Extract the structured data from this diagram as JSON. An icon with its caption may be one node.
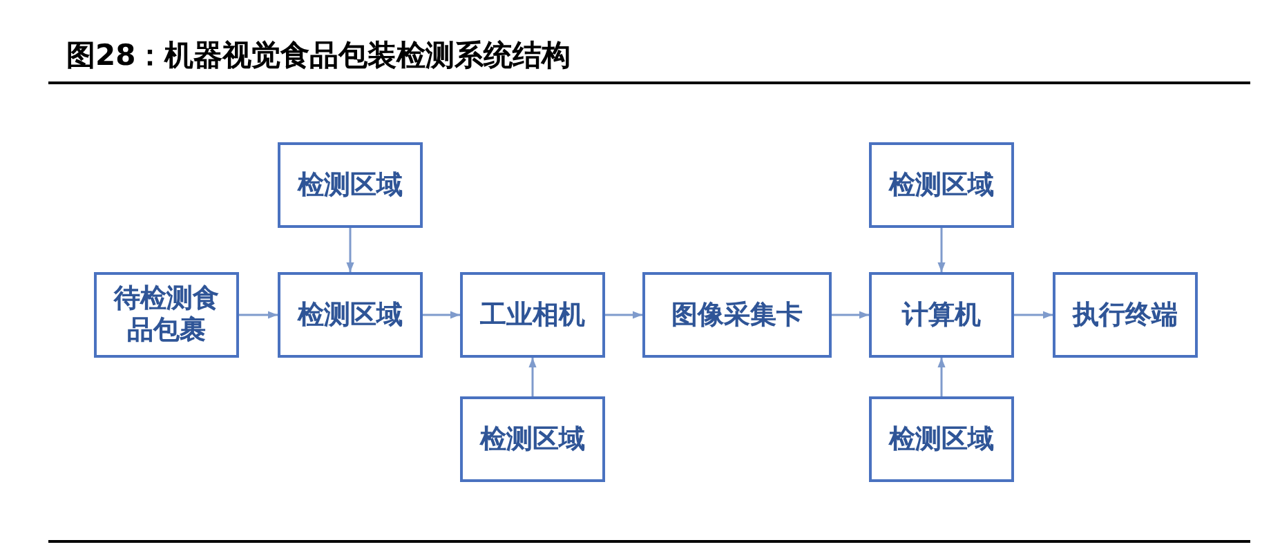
{
  "diagram": {
    "title": "图28：机器视觉食品包装检测系统结构",
    "nodes": [
      {
        "text": [
          "待检测食品包裹"
        ]
      },
      {
        "text": [
          "检测区域"
        ]
      },
      {
        "text": [
          "检测区域"
        ]
      },
      {
        "text": [
          "工业相机"
        ]
      },
      {
        "text": [
          "检测区域"
        ]
      },
      {
        "text": [
          "图像采集卡"
        ]
      },
      {
        "text": [
          "检测区域"
        ]
      },
      {
        "text": [
          "计算机"
        ]
      },
      {
        "text": [
          "检测区域"
        ]
      },
      {
        "text": [
          "执行终端"
        ]
      }
    ],
    "edges": [
      {
        "from": 0,
        "to": 2,
        "arrow": "to"
      },
      {
        "from": 1,
        "to": 2,
        "arrow": "to"
      },
      {
        "from": 2,
        "to": 3,
        "arrow": "to"
      },
      {
        "from": 4,
        "to": 3,
        "arrow": "to"
      },
      {
        "from": 3,
        "to": 5,
        "arrow": "to"
      },
      {
        "from": 5,
        "to": 7,
        "arrow": "to"
      },
      {
        "from": 6,
        "to": 7,
        "arrow": "to"
      },
      {
        "from": 8,
        "to": 7,
        "arrow": "to"
      },
      {
        "from": 7,
        "to": 9,
        "arrow": "to"
      }
    ]
  }
}
